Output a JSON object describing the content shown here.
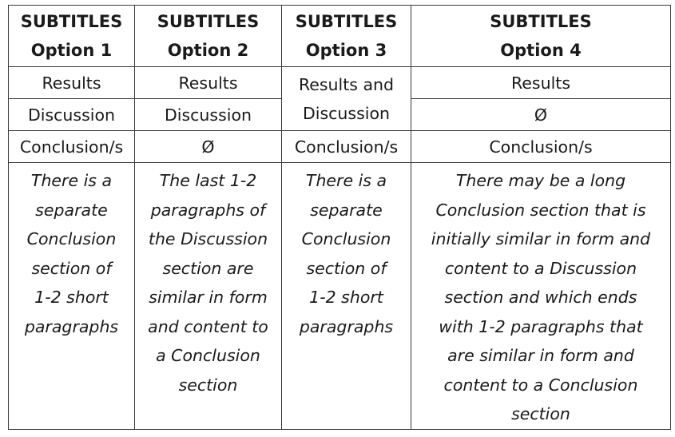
{
  "table": {
    "headers": [
      {
        "line1": "SUBTITLES",
        "line2": "Option 1"
      },
      {
        "line1": "SUBTITLES",
        "line2": "Option 2"
      },
      {
        "line1": "SUBTITLES",
        "line2": "Option 3"
      },
      {
        "line1": "SUBTITLES",
        "line2": "Option 4"
      }
    ],
    "results_row": {
      "col1": "Results",
      "col2": "Results",
      "col3_line1": "Results and",
      "col3_line2": "Discussion",
      "col4": "Results"
    },
    "discussion_row": {
      "col1": "Discussion",
      "col2": "Discussion",
      "col4": "Ø"
    },
    "conclusion_row": {
      "col1": "Conclusion/s",
      "col2": "Ø",
      "col3": "Conclusion/s",
      "col4": "Conclusion/s"
    },
    "descriptions": [
      [
        "There is a",
        "separate",
        "Conclusion",
        "section of",
        "1-2 short",
        "paragraphs"
      ],
      [
        "The last 1-2",
        "paragraphs of",
        "the Discussion",
        "section are",
        "similar in form",
        "and content to",
        "a Conclusion",
        "section"
      ],
      [
        "There is a",
        "separate",
        "Conclusion",
        "section of",
        "1-2 short",
        "paragraphs"
      ],
      [
        "There may be a long",
        "Conclusion section that is",
        "initially similar in form and",
        "content to a Discussion",
        "section and which ends",
        "with 1-2 paragraphs that",
        "are similar in form and",
        "content to a Conclusion",
        "section"
      ]
    ]
  }
}
